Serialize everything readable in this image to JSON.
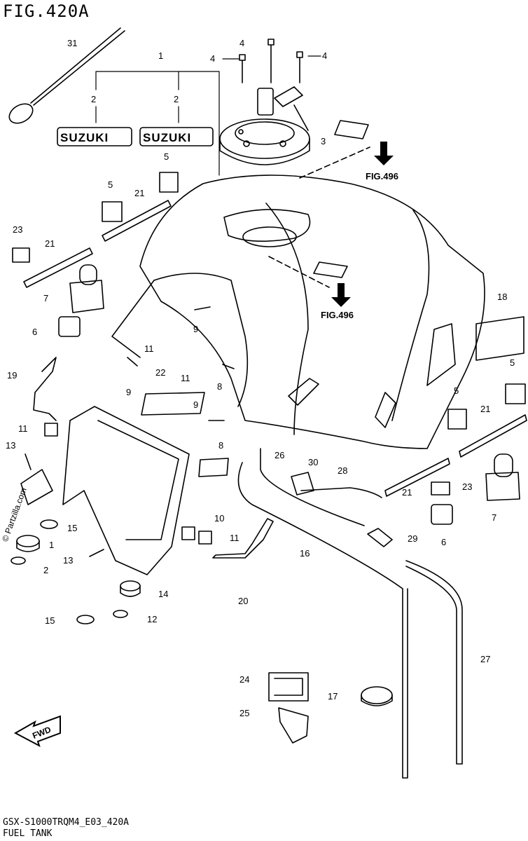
{
  "header": {
    "title": "FIG.420A"
  },
  "footer": {
    "model_code": "GSX-S1000TRQM4_E03_420A",
    "section": "FUEL TANK"
  },
  "watermark": "© Partzilla.com",
  "brand_badge": "SUZUKI",
  "fwd_label": "FWD",
  "figure_refs": [
    "FIG.496",
    "FIG.496"
  ],
  "callouts": [
    "31",
    "1",
    "2",
    "2",
    "4",
    "4",
    "4",
    "3",
    "5",
    "5",
    "21",
    "23",
    "21",
    "7",
    "6",
    "19",
    "11",
    "13",
    "15",
    "1",
    "13",
    "2",
    "15",
    "12",
    "22",
    "11",
    "9",
    "11",
    "9",
    "8",
    "9",
    "8",
    "10",
    "11",
    "14",
    "20",
    "26",
    "30",
    "28",
    "16",
    "29",
    "27",
    "24",
    "25",
    "17",
    "18",
    "5",
    "5",
    "21",
    "7",
    "23",
    "21",
    "6"
  ],
  "colors": {
    "line": "#000000",
    "background": "#ffffff"
  }
}
